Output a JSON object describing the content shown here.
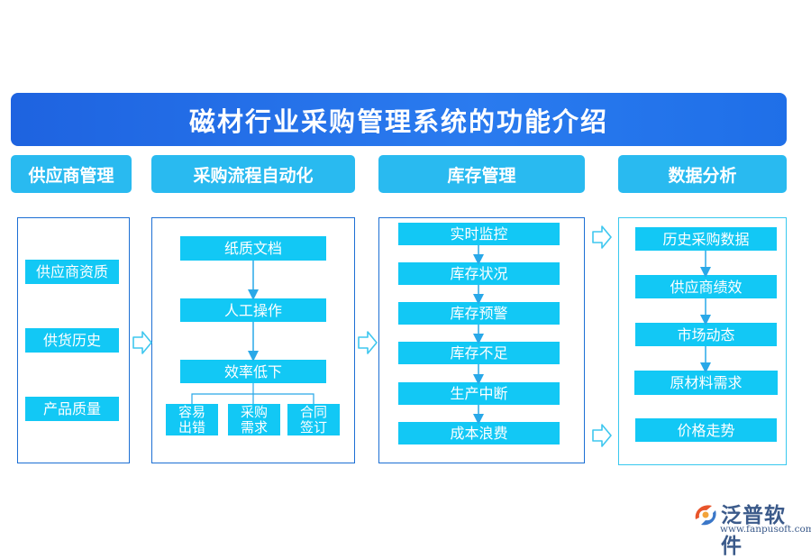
{
  "title": "磁材行业采购管理系统的功能介绍",
  "categories": [
    "供应商管理",
    "采购流程自动化",
    "库存管理",
    "数据分析"
  ],
  "supplier_items": [
    "供应商资质",
    "供货历史",
    "产品质量"
  ],
  "process_flow": [
    "纸质文档",
    "人工操作",
    "效率低下"
  ],
  "process_outcomes": [
    "容易\n出错",
    "采购\n需求",
    "合同\n签订"
  ],
  "inventory_flow": [
    "实时监控",
    "库存状况",
    "库存预警",
    "库存不足",
    "生产中断",
    "成本浪费"
  ],
  "analysis_flow": [
    "历史采购数据",
    "供应商绩效",
    "市场动态",
    "原材料需求",
    "价格走势"
  ],
  "logo": {
    "name": "泛普软件",
    "url": "www.fanpusoft.com"
  },
  "colors": {
    "title_bg": "#1f6fe8",
    "header_bg": "#29baf0",
    "box_bg": "#12c8f5",
    "arrow": "#29a8e8"
  }
}
